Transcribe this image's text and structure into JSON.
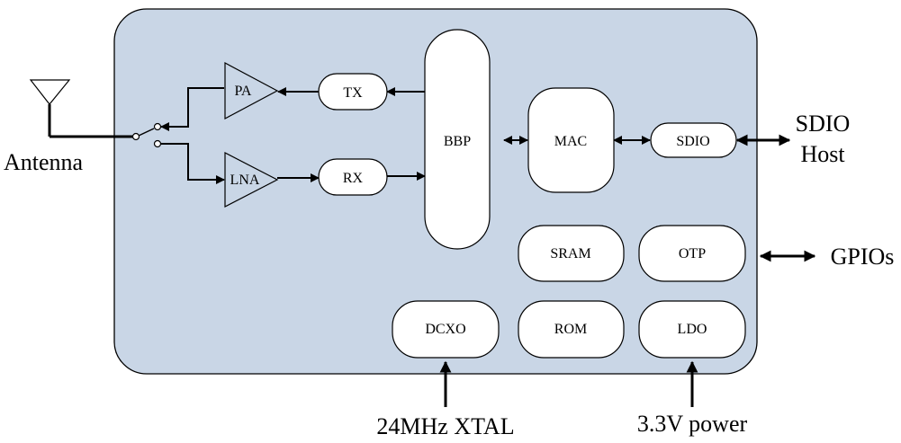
{
  "diagram": {
    "chip_fill": "#c9d6e6",
    "blocks": {
      "pa": "PA",
      "tx": "TX",
      "lna": "LNA",
      "rx": "RX",
      "bbp": "BBP",
      "mac": "MAC",
      "sdio": "SDIO",
      "sram": "SRAM",
      "otp": "OTP",
      "dcxo": "DCXO",
      "rom": "ROM",
      "ldo": "LDO"
    },
    "external": {
      "antenna": "Antenna",
      "sdio_host_line1": "SDIO",
      "sdio_host_line2": "Host",
      "gpios": "GPIOs",
      "xtal": "24MHz XTAL",
      "power": "3.3V power"
    }
  }
}
